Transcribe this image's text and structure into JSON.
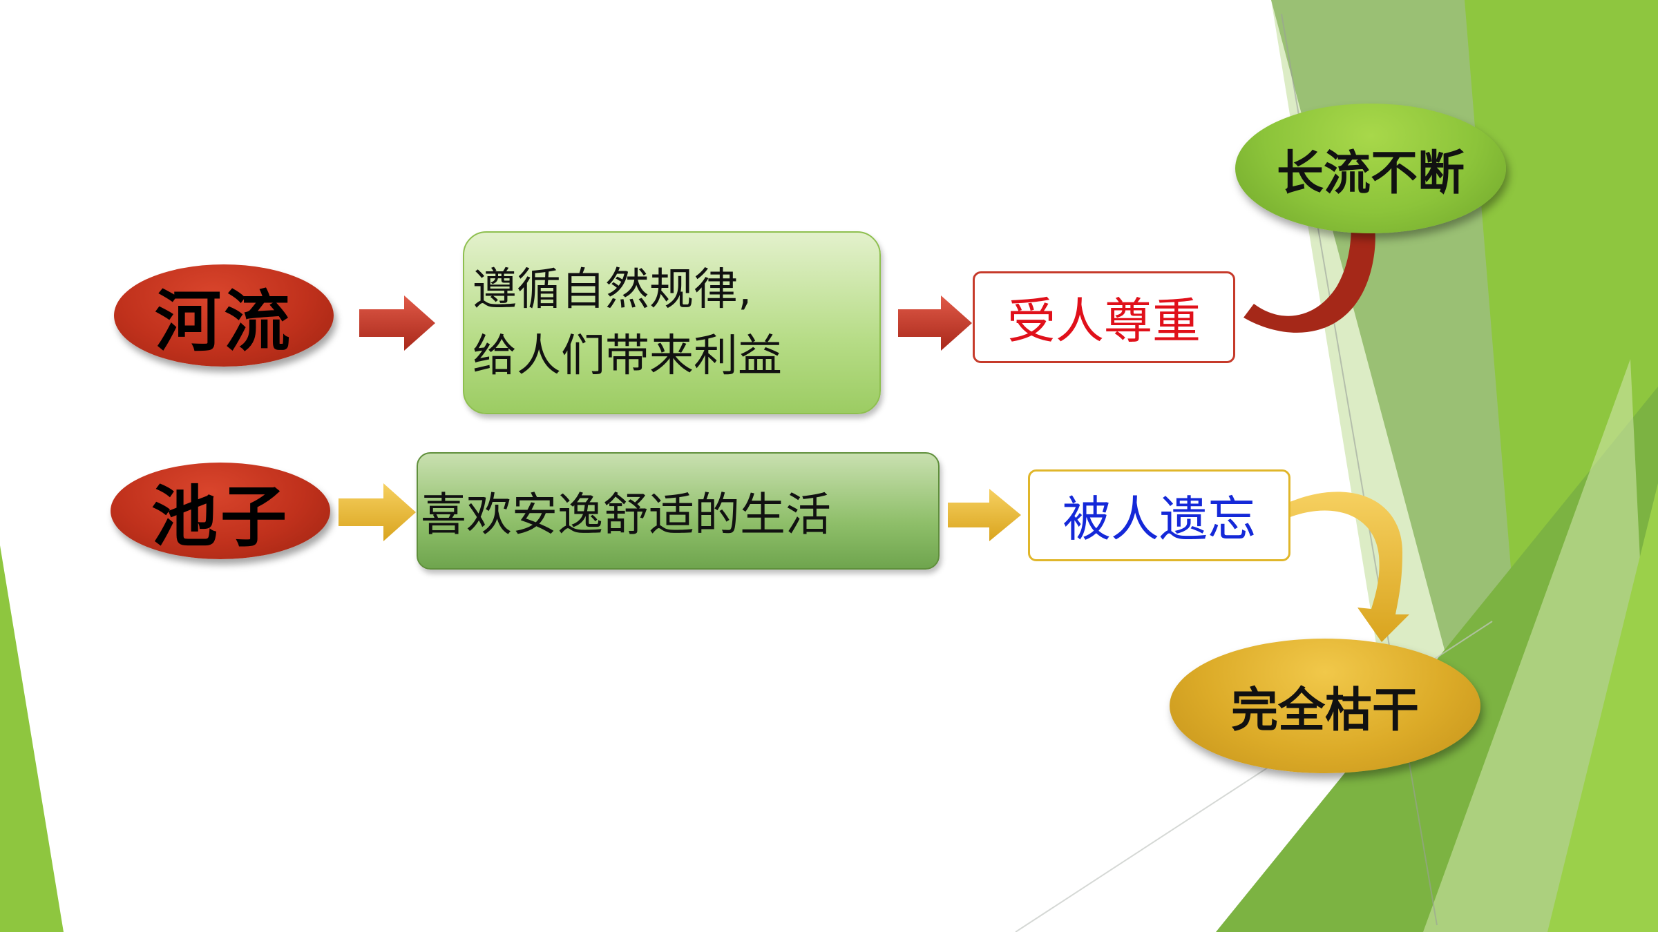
{
  "rows": {
    "river": {
      "label": "河流",
      "behavior_lines": [
        "遵循自然规律,",
        "给人们带来利益"
      ],
      "result": "受人尊重",
      "outcome": "长流不断"
    },
    "pond": {
      "label": "池子",
      "behavior": "喜欢安逸舒适的生活",
      "result": "被人遗忘",
      "outcome": "完全枯干"
    }
  },
  "colors": {
    "oval_red": "#c0311c",
    "box_green": "#b6dc86",
    "arrow_red": "#c0392b",
    "arrow_gold": "#e0b02a",
    "text_red": "#e0101a",
    "text_blue": "#1428d8",
    "bg_green": "#8cc43a"
  }
}
